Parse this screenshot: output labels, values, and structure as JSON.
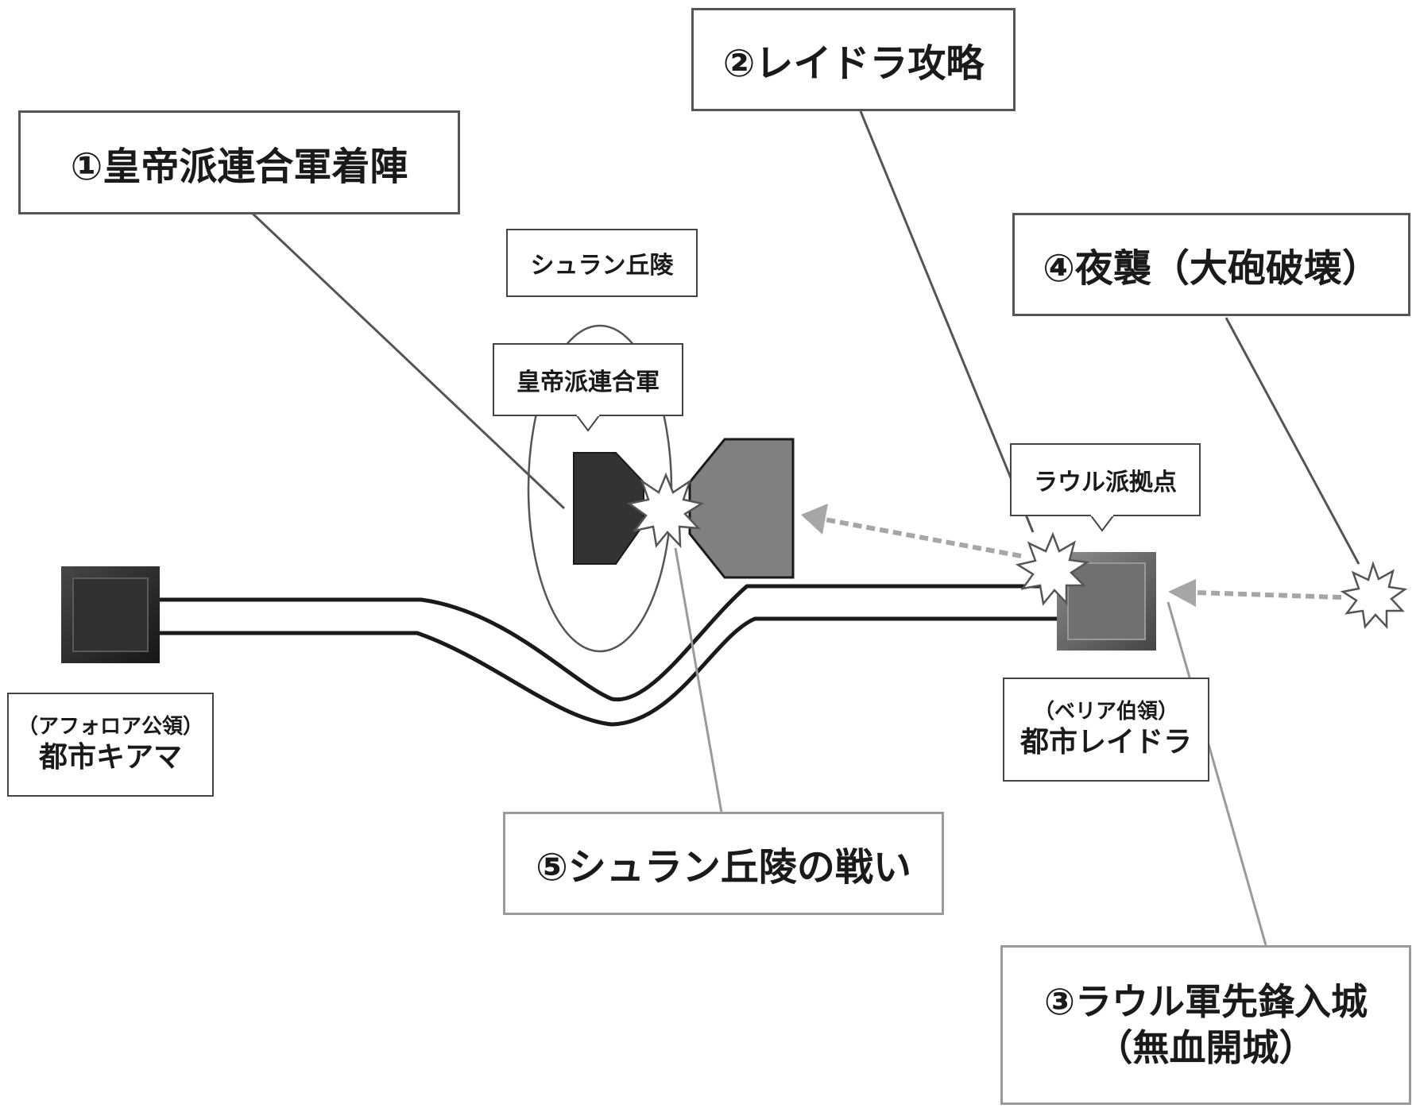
{
  "callouts": {
    "step1": "①皇帝派連合軍着陣",
    "step2": "②レイドラ攻略",
    "step3_line1": "③ラウル軍先鋒入城",
    "step3_line2": "（無血開城）",
    "step4": "④夜襲（大砲破壊）",
    "step5": "⑤シュラン丘陵の戦い"
  },
  "labels": {
    "hills": "シュラン丘陵",
    "imperial_army": "皇帝派連合軍",
    "raoul_base": "ラウル派拠点",
    "city_kiama_sub": "（アフォロア公領）",
    "city_kiama": "都市キアマ",
    "city_reidora_sub": "（ベリア伯領）",
    "city_reidora": "都市レイドラ"
  },
  "colors": {
    "imperial_unit": "#333333",
    "raoul_unit": "#808080",
    "arrow": "#a6a6a6",
    "leader_dark": "#555555",
    "leader_light": "#9a9a9a"
  }
}
